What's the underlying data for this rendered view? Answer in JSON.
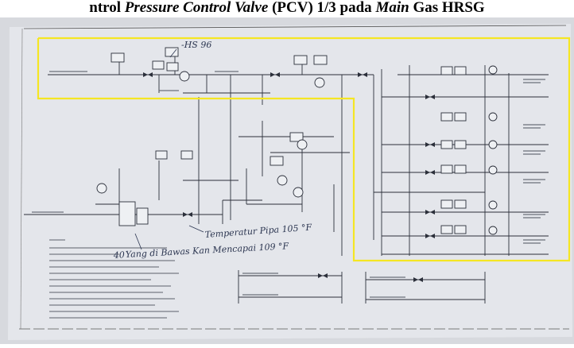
{
  "caption": {
    "prefix": "ntrol ",
    "pcv_italic": "Pressure Control Valve",
    "middle": " (PCV) 1/3 pada ",
    "main_italic": "Main",
    "suffix": " Gas HRSG"
  },
  "annotations": {
    "tag_top": "-HS 96",
    "handwritten_1": "Temperatur Pipa 105 °F",
    "handwritten_2": "Yang di Bawas Kan Mencapai 109 °F",
    "handwritten_prefix": "40"
  },
  "colors": {
    "highlight": "#f5e623",
    "paper": "#e3e5ea",
    "ink": "#2b2f3a"
  }
}
